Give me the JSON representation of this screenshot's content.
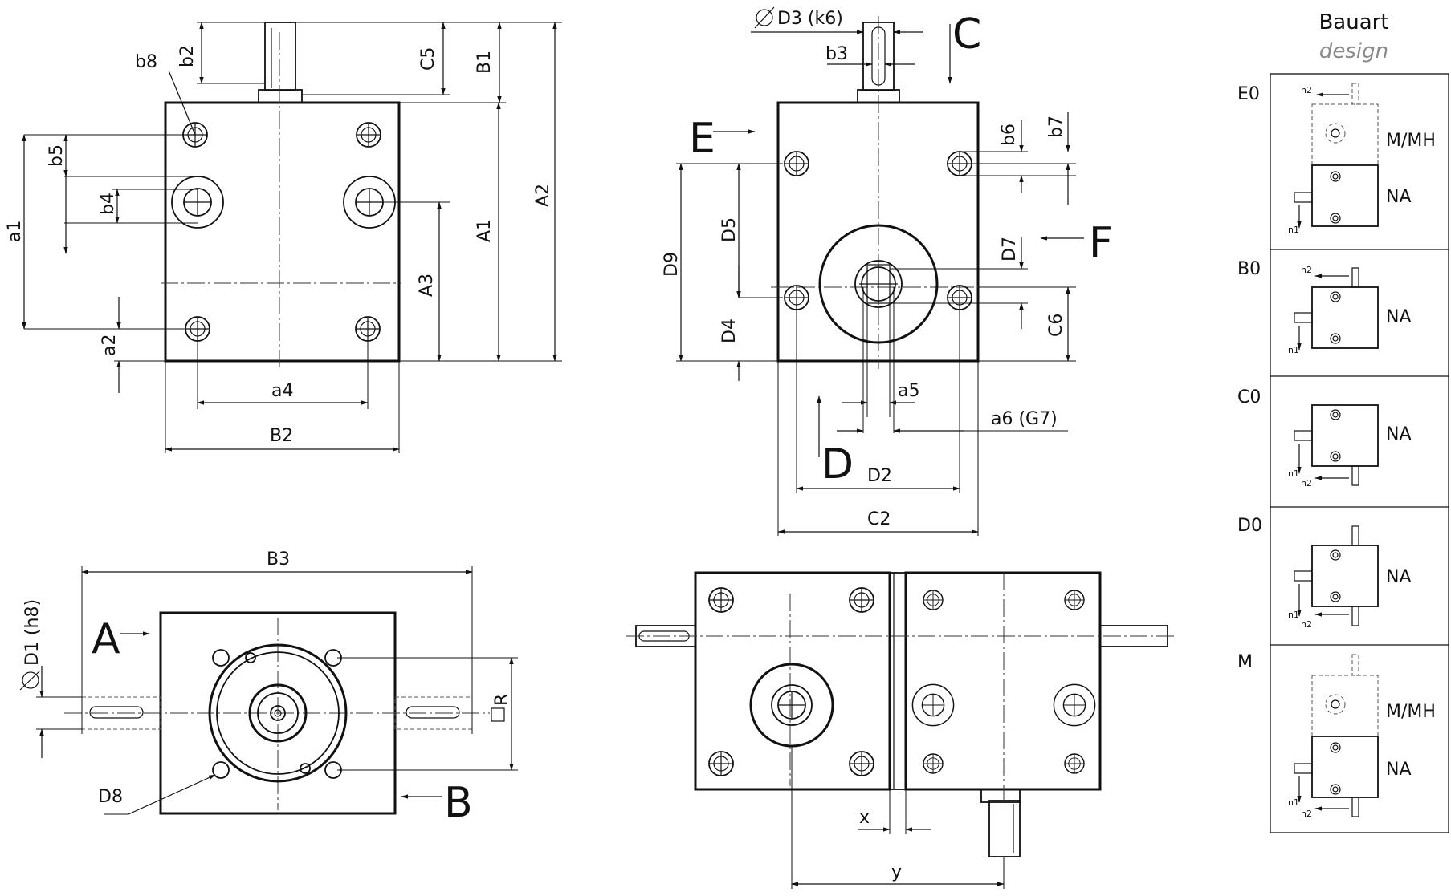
{
  "labels": {
    "b8": "b8",
    "b2": "b2",
    "c5": "C5",
    "b1": "B1",
    "a2_dim": "A2",
    "b5": "b5",
    "b4": "b4",
    "a1": "a1",
    "a1_dim": "A1",
    "a3": "A3",
    "a2": "a2",
    "a4": "a4",
    "b2_dim": "B2",
    "d3": "D3 (k6)",
    "b3": "b3",
    "view_c": "C",
    "view_e": "E",
    "b6": "b6",
    "b7": "b7",
    "d9": "D9",
    "d5": "D5",
    "d7": "D7",
    "view_f": "F",
    "d4": "D4",
    "c6": "C6",
    "a5": "a5",
    "a6": "a6 (G7)",
    "view_d": "D",
    "d2": "D2",
    "c2": "C2",
    "b3_dim": "B3",
    "d1": "D1 (h8)",
    "view_a": "A",
    "r": "R",
    "d8": "D8",
    "view_b": "B",
    "x": "x",
    "y": "y"
  },
  "legend": {
    "title": "Bauart",
    "subtitle": "design",
    "rows": [
      {
        "code": "E0",
        "top": "M/MH",
        "bottom": "NA"
      },
      {
        "code": "B0",
        "bottom": "NA"
      },
      {
        "code": "C0",
        "bottom": "NA"
      },
      {
        "code": "D0",
        "bottom": "NA"
      },
      {
        "code": "M",
        "top": "M/MH",
        "bottom": "NA"
      }
    ],
    "n1": "n1",
    "n2": "n2"
  }
}
